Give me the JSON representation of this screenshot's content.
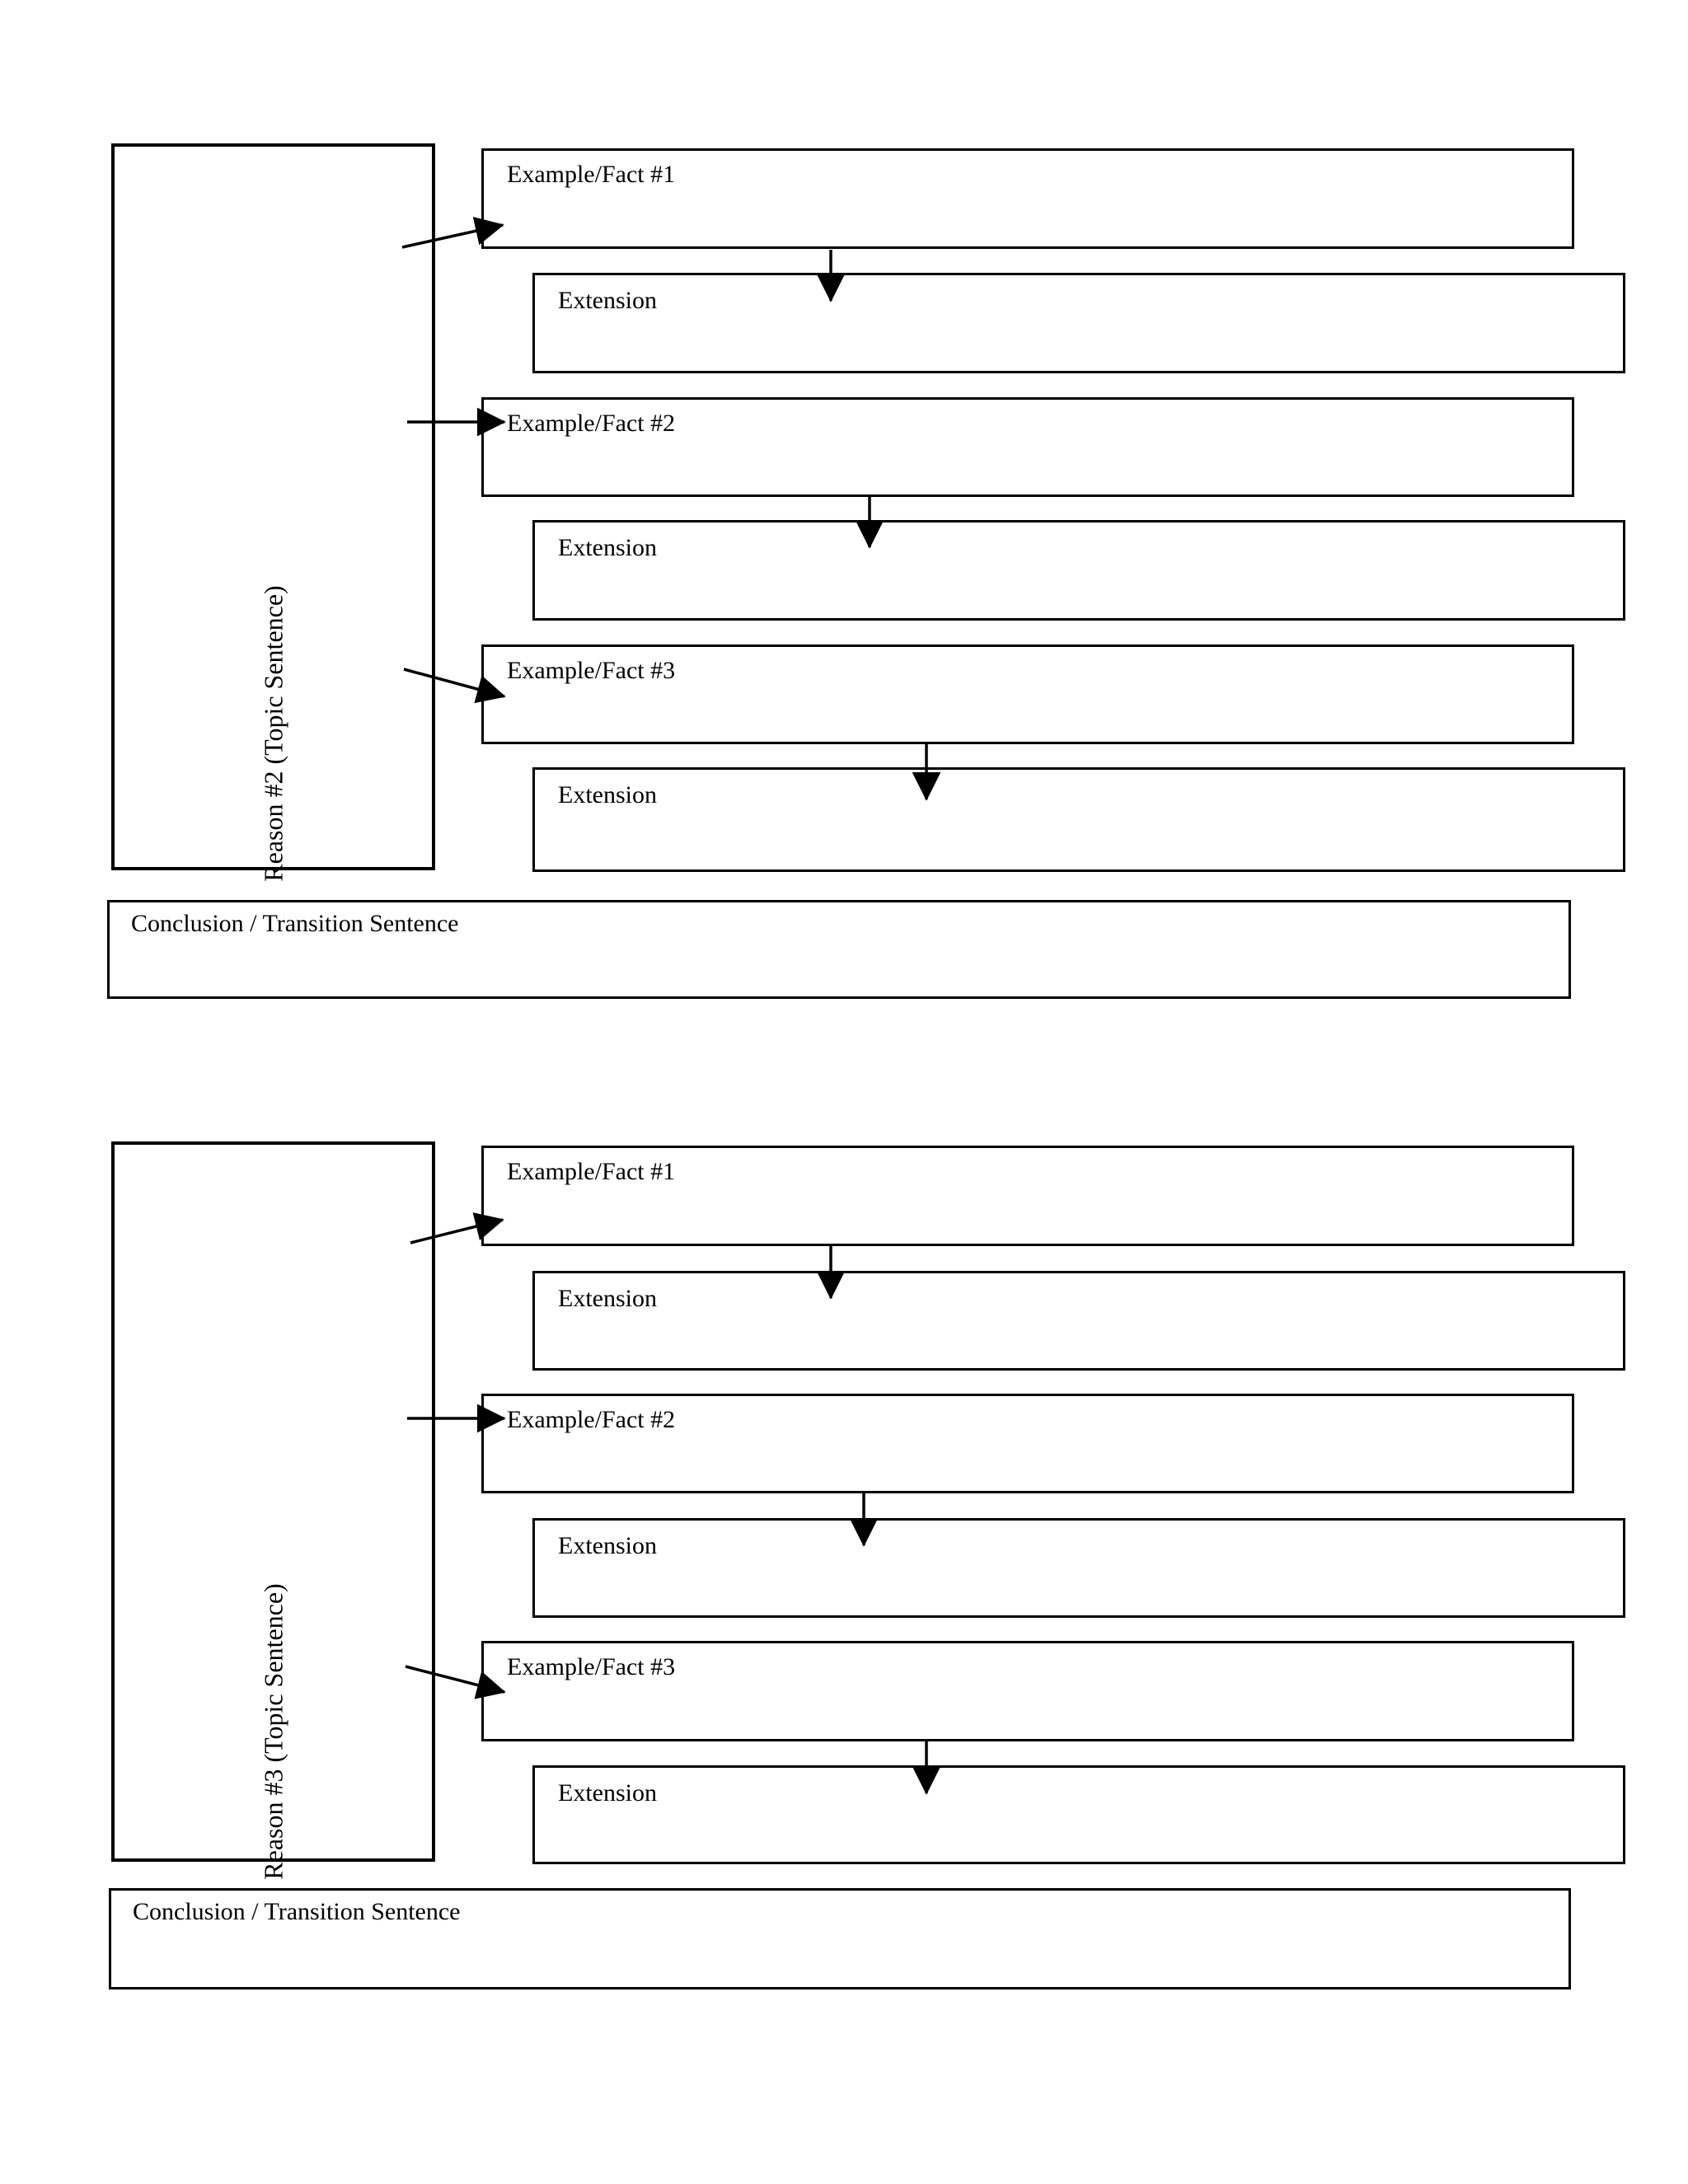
{
  "page": {
    "background_color": "#ffffff",
    "line_color": "#000000",
    "text_color": "#000000"
  },
  "sections": [
    {
      "reason_label": "Reason #2 (Topic Sentence)",
      "examples": [
        {
          "label": "Example/Fact #1",
          "extension_label": "Extension"
        },
        {
          "label": "Example/Fact #2",
          "extension_label": "Extension"
        },
        {
          "label": "Example/Fact #3",
          "extension_label": "Extension"
        }
      ],
      "conclusion_label": "Conclusion / Transition Sentence"
    },
    {
      "reason_label": "Reason #3 (Topic Sentence)",
      "examples": [
        {
          "label": "Example/Fact #1",
          "extension_label": "Extension"
        },
        {
          "label": "Example/Fact #2",
          "extension_label": "Extension"
        },
        {
          "label": "Example/Fact #3",
          "extension_label": "Extension"
        }
      ],
      "conclusion_label": "Conclusion / Transition Sentence"
    }
  ]
}
